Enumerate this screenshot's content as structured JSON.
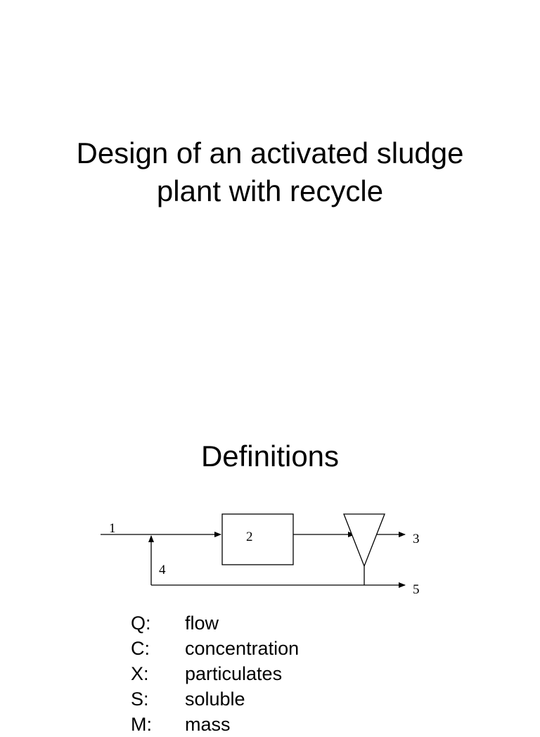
{
  "title": {
    "line1": "Design of an activated sludge",
    "line2": "plant with recycle"
  },
  "section": {
    "heading": "Definitions"
  },
  "diagram": {
    "stream_1": "1",
    "reactor": "2",
    "stream_3": "3",
    "stream_4": "4",
    "stream_5": "5"
  },
  "definitions": [
    {
      "symbol": "Q:",
      "meaning": "flow"
    },
    {
      "symbol": "C:",
      "meaning": "concentration"
    },
    {
      "symbol": "X:",
      "meaning": "particulates"
    },
    {
      "symbol": "S:",
      "meaning": "soluble"
    },
    {
      "symbol": "M:",
      "meaning": "mass"
    }
  ]
}
